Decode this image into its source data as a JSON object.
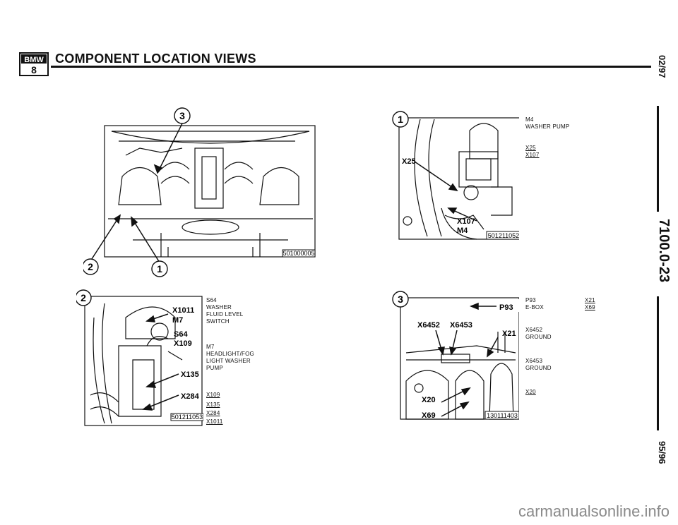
{
  "header": {
    "logo_text": "BMW",
    "logo_sub": "8",
    "title": "COMPONENT LOCATION VIEWS"
  },
  "side": {
    "date_top": "02/97",
    "page_code": "7100.0-23",
    "model_years": "95/96"
  },
  "panel_overview": {
    "callouts": [
      "3",
      "2",
      "1"
    ],
    "part_number": "501000005"
  },
  "panel_1": {
    "callout": "1",
    "labels": [
      "X25",
      "X107",
      "M4"
    ],
    "part_number": "501211052",
    "legend": [
      {
        "code": "M4",
        "desc": "WASHER PUMP"
      },
      {
        "code": "X25",
        "desc": ""
      },
      {
        "code": "X107",
        "desc": ""
      }
    ]
  },
  "panel_2": {
    "callout": "2",
    "labels": [
      "X1011",
      "M7",
      "S64",
      "X109",
      "X135",
      "X284"
    ],
    "part_number": "501211053",
    "legend": [
      {
        "code": "S64",
        "desc": "WASHER FLUID LEVEL SWITCH"
      },
      {
        "code": "M7",
        "desc": "HEADLIGHT/FOG LIGHT WASHER PUMP"
      },
      {
        "code": "X109",
        "desc": ""
      },
      {
        "code": "X135",
        "desc": ""
      },
      {
        "code": "X284",
        "desc": ""
      },
      {
        "code": "X1011",
        "desc": ""
      }
    ]
  },
  "panel_3": {
    "callout": "3",
    "labels": [
      "X6452",
      "X6453",
      "P93",
      "X21",
      "X20",
      "X69"
    ],
    "part_number": "130111403",
    "legend": [
      {
        "code": "P93",
        "desc": "E-BOX"
      },
      {
        "code": "X6452",
        "desc": "GROUND"
      },
      {
        "code": "X6453",
        "desc": "GROUND"
      },
      {
        "code": "X20",
        "desc": ""
      }
    ],
    "legend_right": [
      "X21",
      "X69"
    ]
  },
  "footer": {
    "watermark": "carmanualsonline.info"
  }
}
